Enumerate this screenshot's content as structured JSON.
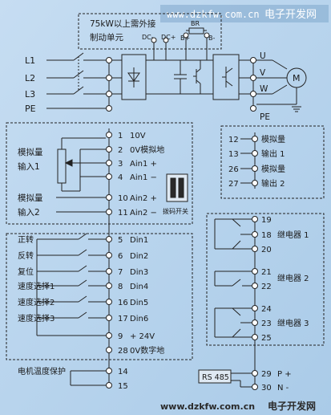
{
  "watermark": {
    "url": "www.dzkfw.com.cn",
    "brand": "电子开发网"
  },
  "braking": {
    "note_line1": "75kW以上需外接",
    "note_line2": "制动单元",
    "resistor": "BR",
    "dc_minus": "DC-",
    "dc_plus": "DC+",
    "b_plus": "B+",
    "b_minus": "B-"
  },
  "mains": [
    "L1",
    "L2",
    "L3",
    "PE"
  ],
  "motor_terms": [
    "U",
    "V",
    "W",
    "PE"
  ],
  "motor_symbol": "M",
  "analog_in": {
    "group1_line1": "模拟量",
    "group1_line2": "输入1",
    "group2_line1": "模拟量",
    "group2_line2": "输入2",
    "dip_label": "拨码开关",
    "terminals": [
      {
        "num": "1",
        "label": "10V"
      },
      {
        "num": "2",
        "label": "0V模拟地"
      },
      {
        "num": "3",
        "label": "Ain1 +"
      },
      {
        "num": "4",
        "label": "Ain1 −"
      },
      {
        "num": "10",
        "label": "Ain2 +"
      },
      {
        "num": "11",
        "label": "Ain2 −"
      }
    ]
  },
  "digital_in": {
    "signals": [
      "正转",
      "反转",
      "复位",
      "速度选择1",
      "速度选择2",
      "速度选择3"
    ],
    "terminals": [
      {
        "num": "5",
        "label": "Din1"
      },
      {
        "num": "6",
        "label": "Din2"
      },
      {
        "num": "7",
        "label": "Din3"
      },
      {
        "num": "8",
        "label": "Din4"
      },
      {
        "num": "16",
        "label": "Din5"
      },
      {
        "num": "17",
        "label": "Din6"
      },
      {
        "num": "9",
        "label": "+ 24V"
      },
      {
        "num": "28",
        "label": "0V数字地"
      }
    ]
  },
  "motor_temp": {
    "label": "电机温度保护",
    "terminals": [
      "14",
      "15"
    ]
  },
  "analog_out": {
    "terminals": [
      {
        "num": "12",
        "label": "模拟量"
      },
      {
        "num": "13",
        "label": "输出 1"
      },
      {
        "num": "26",
        "label": "模拟量"
      },
      {
        "num": "27",
        "label": "输出 2"
      }
    ]
  },
  "relays": [
    {
      "label": "继电器 1",
      "terminals": [
        "19",
        "18",
        "20"
      ]
    },
    {
      "label": "继电器 2",
      "terminals": [
        "21",
        "22"
      ]
    },
    {
      "label": "继电器 3",
      "terminals": [
        "24",
        "23",
        "25"
      ]
    }
  ],
  "rs485": {
    "label": "RS 485",
    "terminals": [
      {
        "num": "29",
        "label": "P +"
      },
      {
        "num": "30",
        "label": "N -"
      }
    ]
  }
}
